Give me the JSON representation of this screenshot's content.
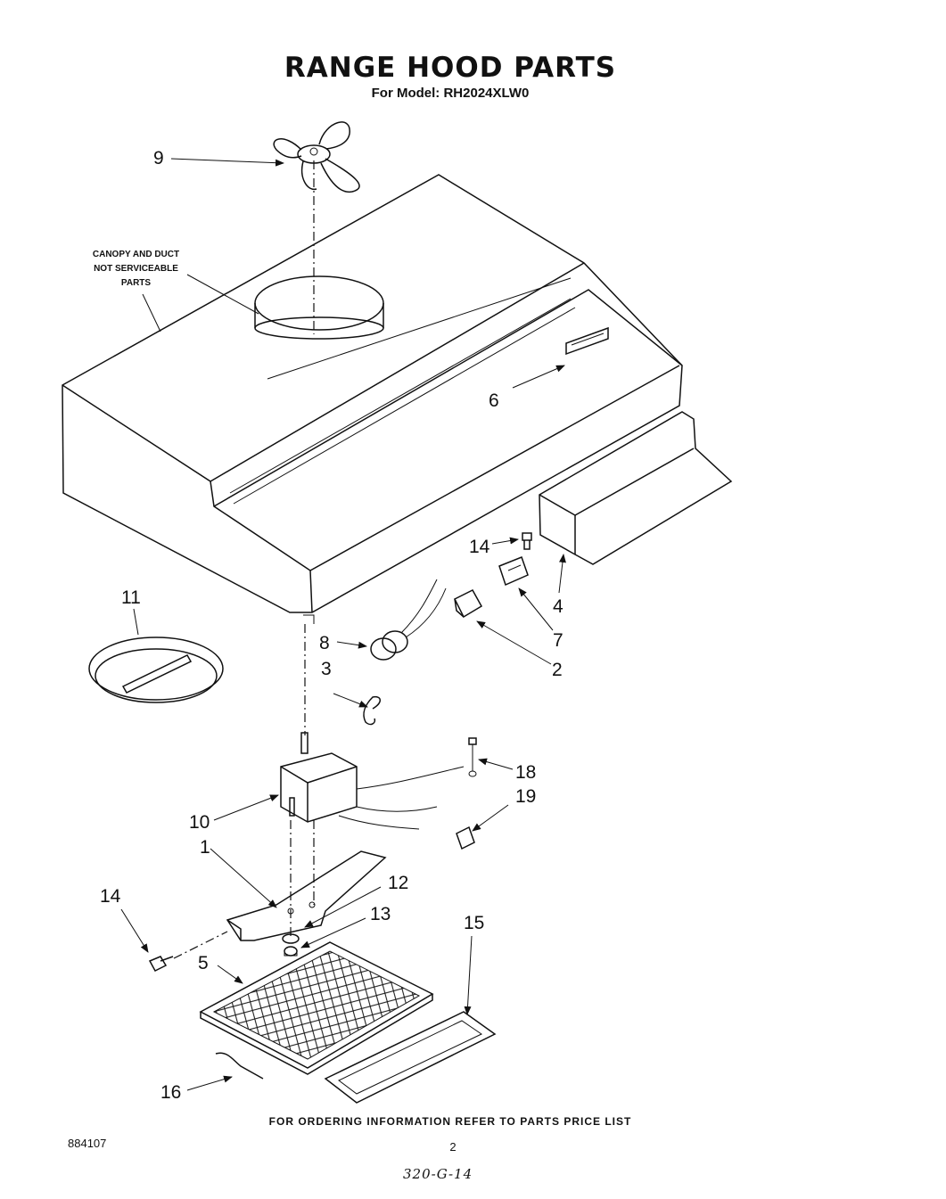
{
  "header": {
    "title": "RANGE HOOD PARTS",
    "subtitle": "For Model: RH2024XLW0"
  },
  "notes": {
    "canopy_line1": "CANOPY AND DUCT",
    "canopy_line2": "NOT SERVICEABLE",
    "canopy_line3": "PARTS"
  },
  "callouts": {
    "c9": "9",
    "c6": "6",
    "c14a": "14",
    "c4": "4",
    "c7": "7",
    "c11": "11",
    "c8": "8",
    "c2": "2",
    "c3": "3",
    "c18": "18",
    "c19": "19",
    "c10": "10",
    "c1": "1",
    "c12": "12",
    "c14b": "14",
    "c13": "13",
    "c15": "15",
    "c5": "5",
    "c16": "16"
  },
  "footer": {
    "ordering_note": "FOR ORDERING INFORMATION REFER TO PARTS PRICE LIST",
    "doc_number": "884107",
    "page_number": "2",
    "handwritten_code": "320-G-14"
  }
}
